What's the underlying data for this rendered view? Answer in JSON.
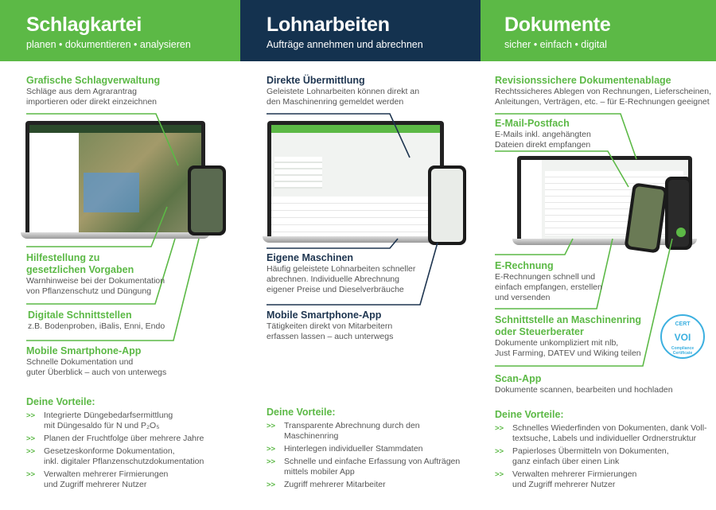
{
  "columns": [
    {
      "title": "Schlagkartei",
      "subtitle": "planen • dokumentieren • analysieren",
      "features": [
        {
          "title": "Grafische Schlagverwaltung",
          "lines": [
            "Schläge aus dem Agrarantrag",
            "importieren oder direkt einzeichnen"
          ]
        },
        {
          "title": "Hilfestellung zu",
          "title2": "gesetzlichen Vorgaben",
          "lines": [
            "Warnhinweise bei der Dokumentation",
            "von Pflanzenschutz und Düngung"
          ]
        },
        {
          "title": "Digitale Schnittstellen",
          "lines": [
            "z.B. Bodenproben, iBalis, Enni, Endo"
          ]
        },
        {
          "title": "Mobile Smartphone-App",
          "lines": [
            "Schnelle Dokumentation und",
            "guter Überblick – auch von unterwegs"
          ]
        }
      ],
      "advantages_title": "Deine Vorteile:",
      "advantages": [
        [
          "Integrierte Düngebedarfsermittlung",
          "mit Düngesaldo für N und P₂O₅"
        ],
        [
          "Planen der Fruchtfolge über mehrere Jahre"
        ],
        [
          "Gesetzeskonforme Dokumentation,",
          "inkl. digitaler Pflanzenschutzdokumentation"
        ],
        [
          "Verwalten mehrerer Firmierungen",
          "und Zugriff mehrerer Nutzer"
        ]
      ]
    },
    {
      "title": "Lohnarbeiten",
      "subtitle": "Aufträge annehmen und abrechnen",
      "features": [
        {
          "title": "Direkte Übermittlung",
          "lines": [
            "Geleistete Lohnarbeiten können direkt an",
            "den Maschinenring gemeldet werden"
          ]
        },
        {
          "title": "Eigene Maschinen",
          "lines": [
            "Häufig geleistete Lohnarbeiten schneller",
            "abrechnen. Individuelle Abrechnung",
            "eigener Preise und Dieselverbräuche"
          ]
        },
        {
          "title": "Mobile Smartphone-App",
          "lines": [
            "Tätigkeiten direkt von Mitarbeitern",
            "erfassen lassen – auch unterwegs"
          ]
        }
      ],
      "advantages_title": "Deine Vorteile:",
      "advantages": [
        [
          "Transparente Abrechnung durch den",
          "Maschinenring"
        ],
        [
          "Hinterlegen individueller Stammdaten"
        ],
        [
          "Schnelle und einfache Erfassung von Aufträgen",
          "mittels mobiler App"
        ],
        [
          "Zugriff mehrerer Mitarbeiter"
        ]
      ]
    },
    {
      "title": "Dokumente",
      "subtitle": "sicher • einfach • digital",
      "features": [
        {
          "title": "Revisionssichere Dokumentenablage",
          "lines": [
            "Rechtssicheres Ablegen von Rechnungen, Lieferscheinen,",
            "Anleitungen, Verträgen, etc. – für E-Rechnungen geeignet"
          ]
        },
        {
          "title": "E-Mail-Postfach",
          "lines": [
            "E-Mails inkl. angehängten",
            "Dateien direkt empfangen"
          ]
        },
        {
          "title": "E-Rechnung",
          "lines": [
            "E-Rechnungen schnell und",
            "einfach empfangen, erstellen",
            "und versenden"
          ]
        },
        {
          "title": "Schnittstelle an Maschinenring",
          "title2": "oder Steuerberater",
          "lines": [
            "Dokumente unkompliziert mit nlb,",
            "Just Farming, DATEV und Wiking teilen"
          ]
        },
        {
          "title": "Scan-App",
          "lines": [
            "Dokumente scannen, bearbeiten und hochladen"
          ]
        }
      ],
      "advantages_title": "Deine Vorteile:",
      "advantages": [
        [
          "Schnelles Wiederfinden von Dokumenten, dank Voll-",
          "textsuche, Labels und individueller Ordnerstruktur"
        ],
        [
          "Papierloses Übermitteln von Dokumenten,",
          "ganz einfach über einen Link"
        ],
        [
          "Verwalten mehrerer Firmierungen",
          "und Zugriff mehrerer Nutzer"
        ]
      ]
    }
  ],
  "cert": {
    "top": "CERT",
    "mark": "VOI",
    "bottom": "Compliance Certificate"
  },
  "colors": {
    "green": "#5cb946",
    "navy": "#14324f",
    "cert": "#3cb0e0"
  }
}
